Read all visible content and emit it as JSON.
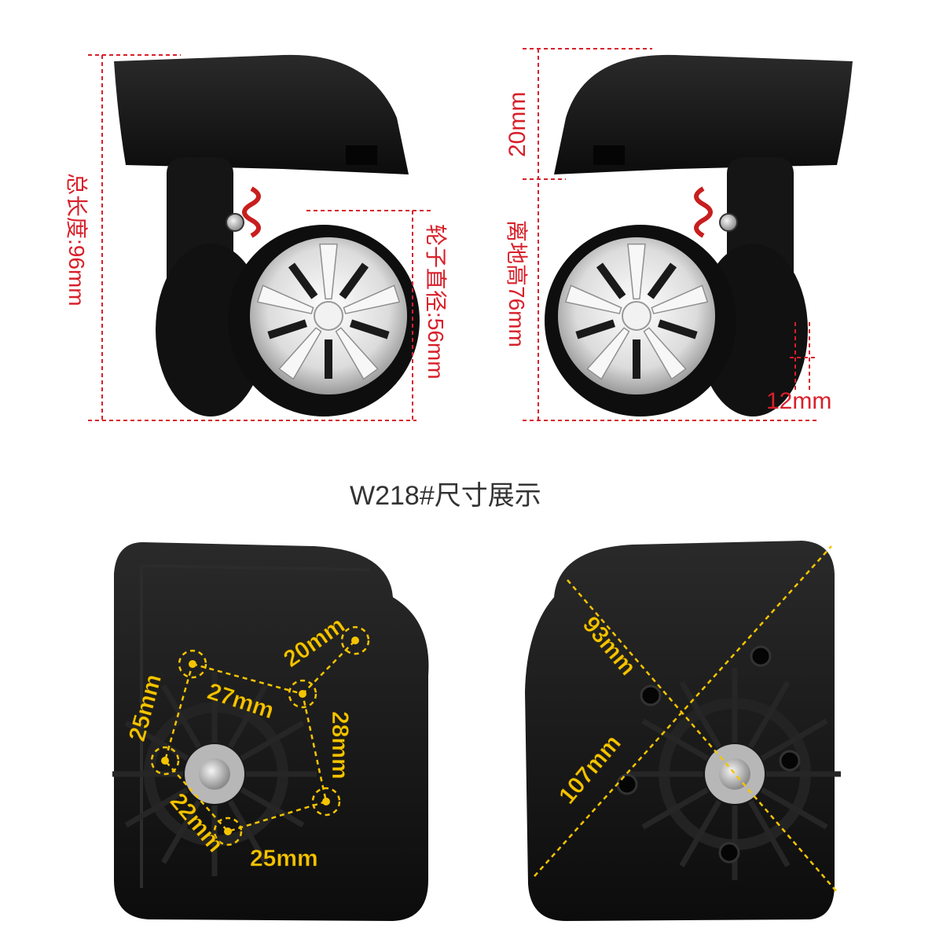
{
  "title": "W218#尺寸展示",
  "colors": {
    "dimension_side": "#d8202a",
    "dimension_plate": "#f5c400",
    "product": "#111111",
    "hub": "#e8e8e8"
  },
  "side_view": {
    "total_length": "总长度:96mm",
    "wheel_diameter": "轮子直径:56mm",
    "top_height": "20mm",
    "ground_clearance": "离地高76mm",
    "tread_width": "12mm"
  },
  "plate_left": {
    "hole_spacing_a": "20mm",
    "hole_spacing_b": "27mm",
    "hole_spacing_c": "25mm",
    "hole_spacing_d": "28mm",
    "hole_spacing_e": "22mm",
    "hole_spacing_f": "25mm"
  },
  "plate_right": {
    "width": "93mm",
    "diagonal": "107mm"
  }
}
